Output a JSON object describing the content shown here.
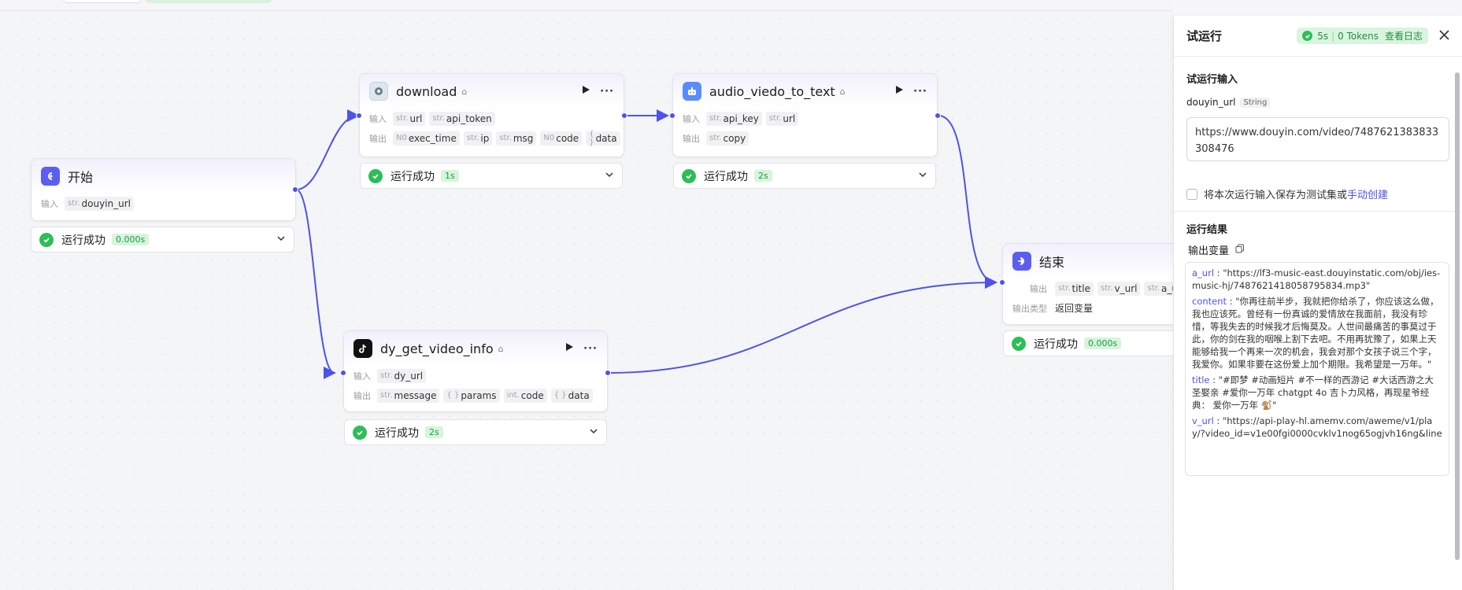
{
  "nodes": {
    "start": {
      "title": "开始",
      "input_label": "输入",
      "inputs": [
        {
          "type": "str.",
          "name": "douyin_url"
        }
      ],
      "status": "运行成功",
      "time": "0.000s"
    },
    "download": {
      "title": "download",
      "input_label": "输入",
      "output_label": "输出",
      "inputs": [
        {
          "type": "str.",
          "name": "url"
        },
        {
          "type": "str.",
          "name": "api_token"
        }
      ],
      "outputs": [
        {
          "type": "N0",
          "name": "exec_time"
        },
        {
          "type": "str.",
          "name": "ip"
        },
        {
          "type": "str.",
          "name": "msg"
        },
        {
          "type": "N0",
          "name": "code"
        },
        {
          "type": "{ }",
          "name": "data"
        }
      ],
      "status": "运行成功",
      "time": "1s"
    },
    "audio": {
      "title": "audio_viedo_to_text",
      "input_label": "输入",
      "output_label": "输出",
      "inputs": [
        {
          "type": "str.",
          "name": "api_key"
        },
        {
          "type": "str.",
          "name": "url"
        }
      ],
      "outputs": [
        {
          "type": "str.",
          "name": "copy"
        }
      ],
      "status": "运行成功",
      "time": "2s"
    },
    "dy": {
      "title": "dy_get_video_info",
      "input_label": "输入",
      "output_label": "输出",
      "inputs": [
        {
          "type": "str.",
          "name": "dy_url"
        }
      ],
      "outputs": [
        {
          "type": "str.",
          "name": "message"
        },
        {
          "type": "{ }",
          "name": "params"
        },
        {
          "type": "int.",
          "name": "code"
        },
        {
          "type": "{ }",
          "name": "data"
        }
      ],
      "status": "运行成功",
      "time": "2s"
    },
    "end": {
      "title": "结束",
      "output_label": "输出",
      "outputs": [
        {
          "type": "str.",
          "name": "title"
        },
        {
          "type": "str.",
          "name": "v_url"
        },
        {
          "type": "str.",
          "name": "a_url"
        }
      ],
      "output_type_label": "输出类型",
      "output_type_value": "返回变量",
      "status": "运行成功",
      "time": "0.000s"
    }
  },
  "panel": {
    "title": "试运行",
    "badge_time": "5s",
    "badge_tokens": "0 Tokens",
    "badge_log": "查看日志",
    "input_section": "试运行输入",
    "field_name": "douyin_url",
    "field_type": "String",
    "field_value": "https://www.douyin.com/video/7487621383833308476",
    "save_text": "将本次运行输入保存为测试集或",
    "save_link": "手动创建",
    "result_section": "运行结果",
    "output_vars_label": "输出变量",
    "results": [
      {
        "key": "a_url",
        "value": "\"https://lf3-music-east.douyinstatic.com/obj/ies-music-hj/7487621418058795834.mp3\""
      },
      {
        "key": "content",
        "value": "\"你再往前半步，我就把你给杀了，你应该这么做，我也应该死。曾经有一份真诚的爱情放在我面前，我没有珍惜，等我失去的时候我才后悔莫及。人世间最痛苦的事莫过于此，你的剑在我的咽喉上割下去吧。不用再犹豫了，如果上天能够给我一个再来一次的机会，我会对那个女孩子说三个字，我爱你。如果非要在这份爱上加个期限。我希望是一万年。\""
      },
      {
        "key": "title",
        "value": "\"#即梦 #动画短片 #不一样的西游记 #大话西游之大圣娶亲 #爱你一万年  chatgpt 4o 吉卜力风格，再现星爷经典：  爱你一万年 🐒\""
      },
      {
        "key": "v_url",
        "value": "\"https://api-play-hl.amemv.com/aweme/v1/play/?video_id=v1e00fgi0000cvklv1nog65ogjvh16ng&line"
      }
    ]
  }
}
